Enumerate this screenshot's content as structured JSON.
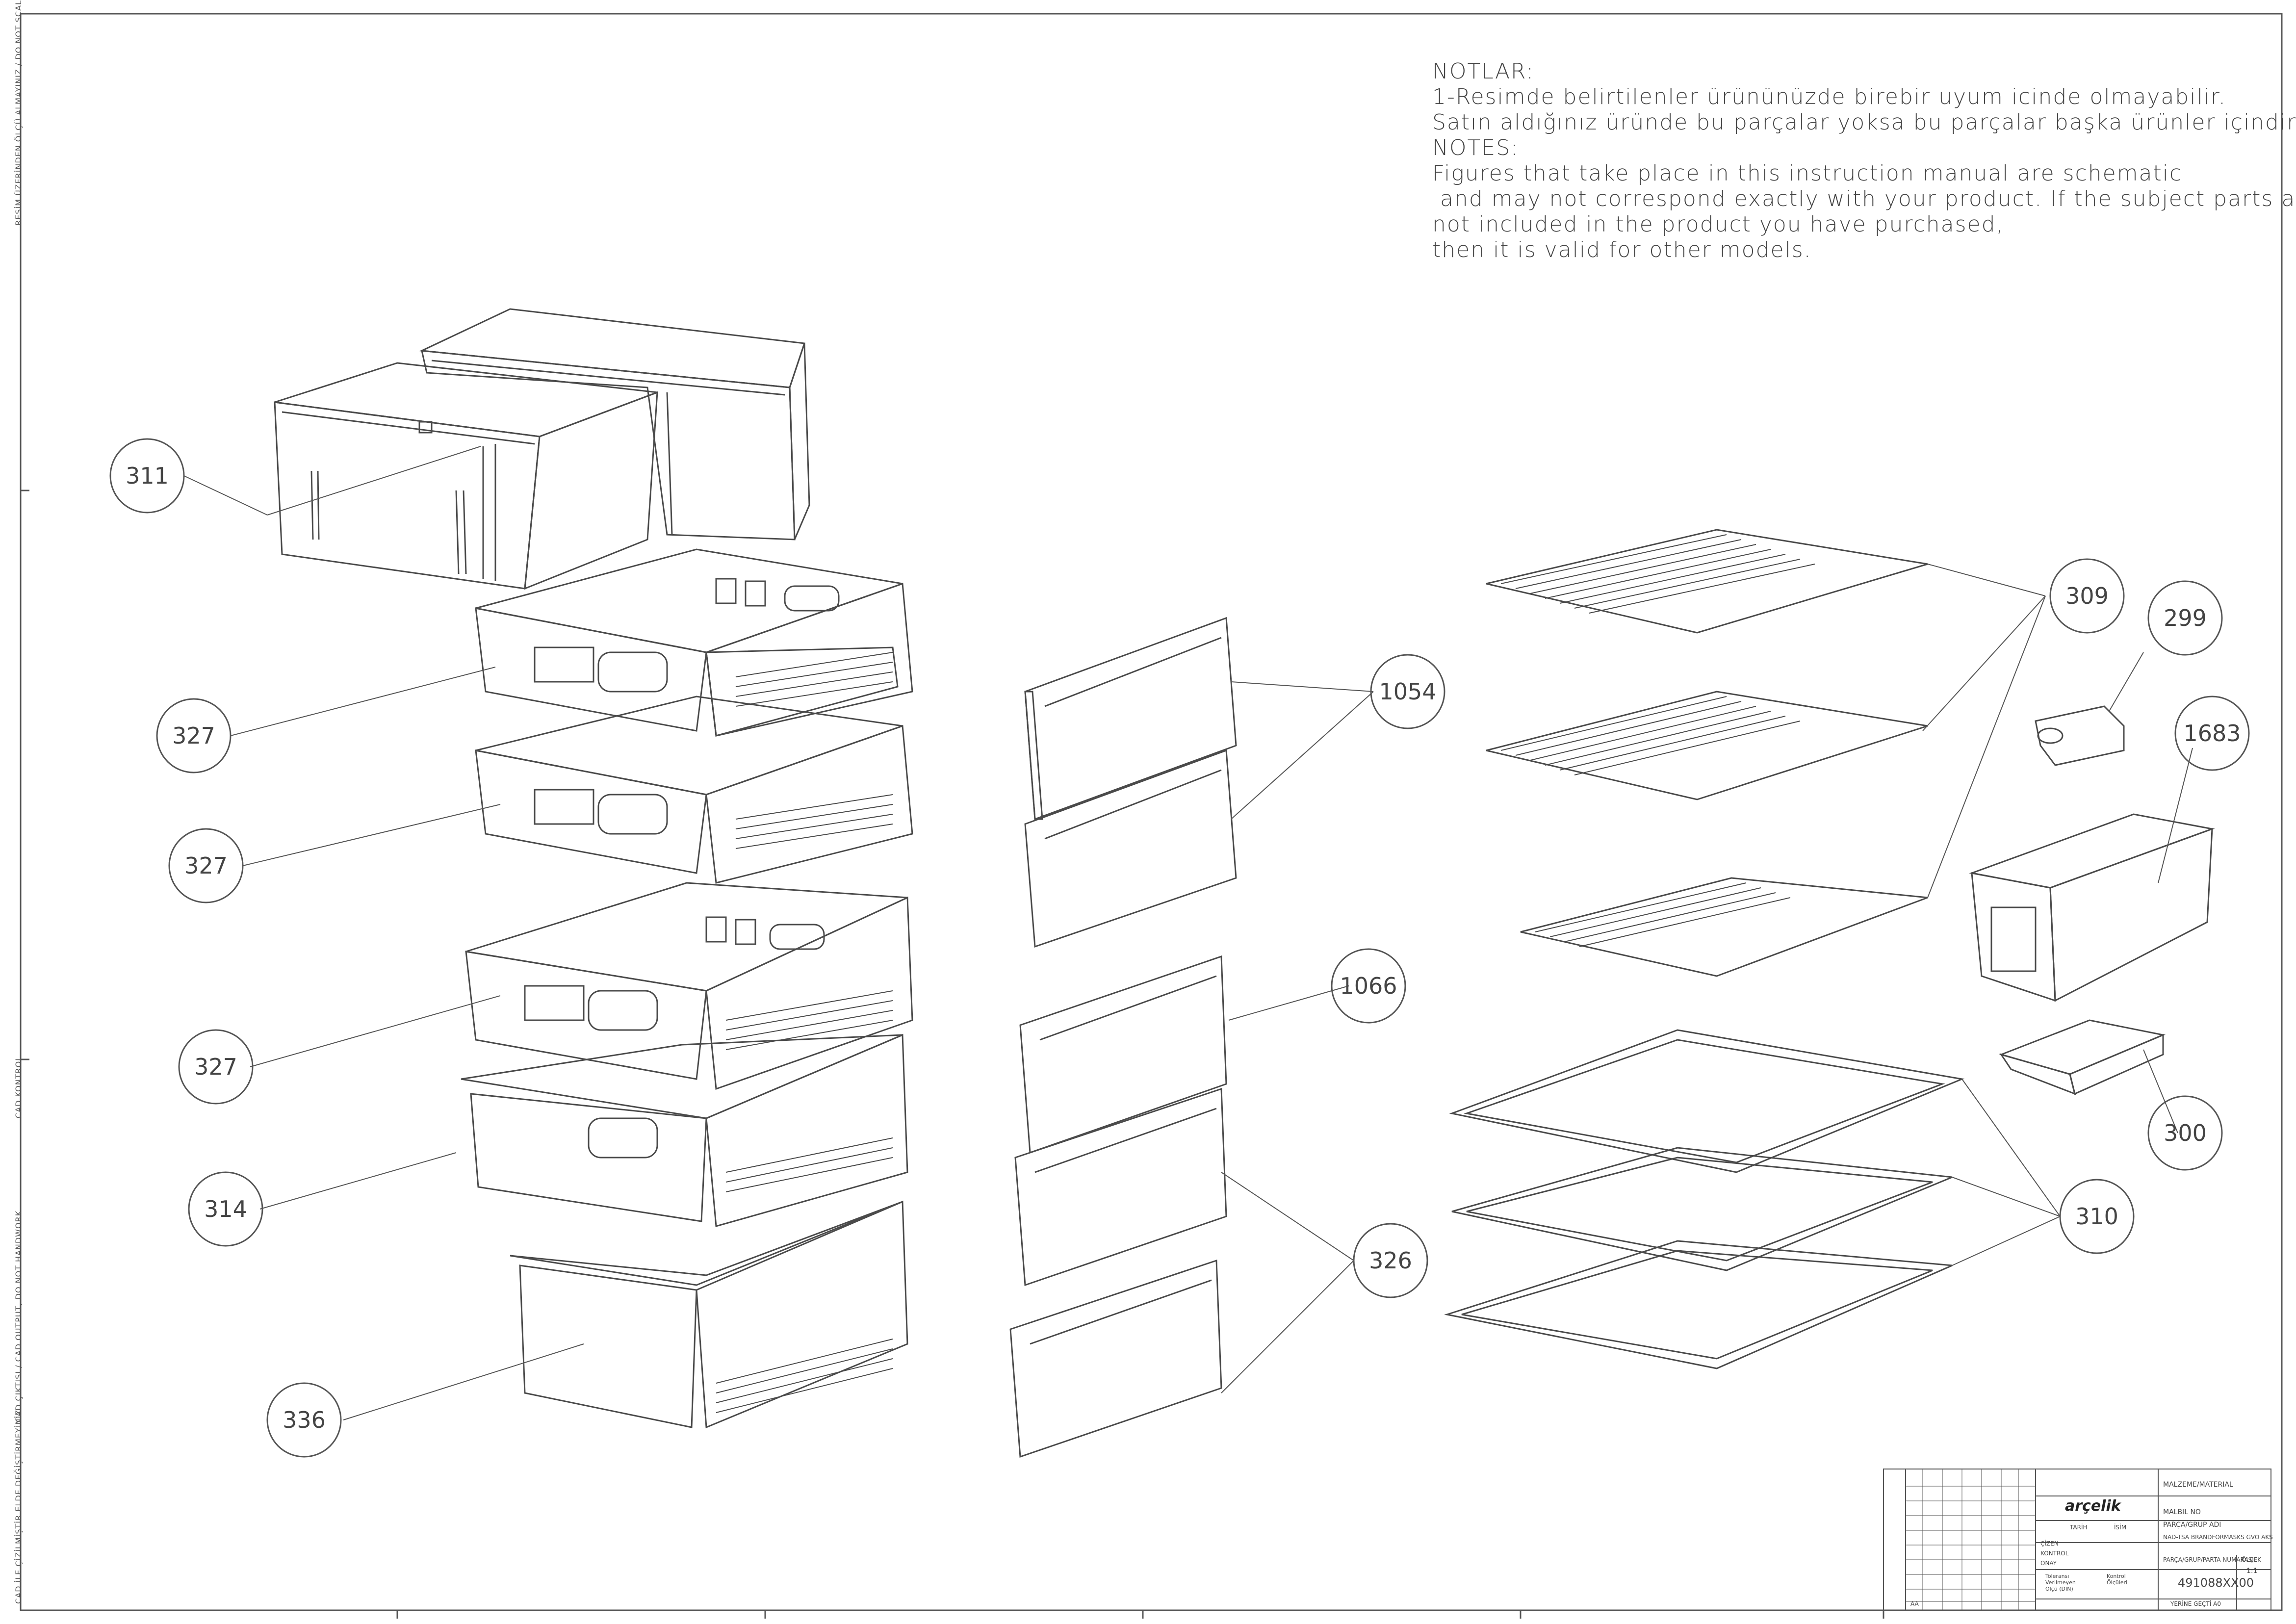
{
  "notes": {
    "tr_heading": "NOTLAR:",
    "tr_line1": "1-Resimde belirtilenler ürününüzde birebir  uyum icinde olmayabilir.",
    "tr_line2": "Satın aldığınız üründe bu parçalar yoksa bu parçalar başka ürünler içindir.",
    "en_heading": "NOTES:",
    "en_line1": "Figures that take place in this instruction manual are schematic",
    "en_line2": " and may not correspond exactly with your product. If the subject parts are",
    "en_line3": "not included in the product you have purchased,",
    "en_line4": "then it is valid for other models."
  },
  "callouts": {
    "c311": "311",
    "c327a": "327",
    "c327b": "327",
    "c327c": "327",
    "c314": "314",
    "c336": "336",
    "c1054": "1054",
    "c1066": "1066",
    "c326": "326",
    "c309": "309",
    "c299": "299",
    "c1683": "1683",
    "c300": "300",
    "c310": "310"
  },
  "margin": {
    "top": "RESİM ÜZERİNDEN ÖLÇÜ ALMAYINIZ / DO NOT SCALE",
    "mid": "CAD KONTROL",
    "bottom": "CAD ÇIKTISI / CAD OUTPUT, DO NOT HANDWORK",
    "lower": "CAD İLE ÇİZİLMİŞTİR ELDE DEĞİŞTİRMEYİNİZ"
  },
  "title_block": {
    "brand": "arçelik",
    "material_label": "MALZEME/MATERIAL",
    "material_no": "MALBIL NO",
    "part_group": "PARÇA/GRUP ADI",
    "part_name": "NAD-TSA BRANDFORMASKS GVO AKS",
    "drawing_no_label": "PARÇA/GRUP/PARTA NUMARASI",
    "drawing_no": "491088XX00",
    "scale_label": "ÖLÇEK",
    "scale": "1:1",
    "tarih": "TARİH",
    "isim": "İSİM",
    "cizen": "ÇİZEN",
    "kontrol": "KONTROL",
    "onay": "ONAY",
    "tolerance": "Toleransı Verilmeyen Ölçü (DIN)",
    "kontrol_olculer": "Kontrol Ölçüleri",
    "sheet": "YERİNE GEÇTİ A0",
    "rev": "AA"
  }
}
